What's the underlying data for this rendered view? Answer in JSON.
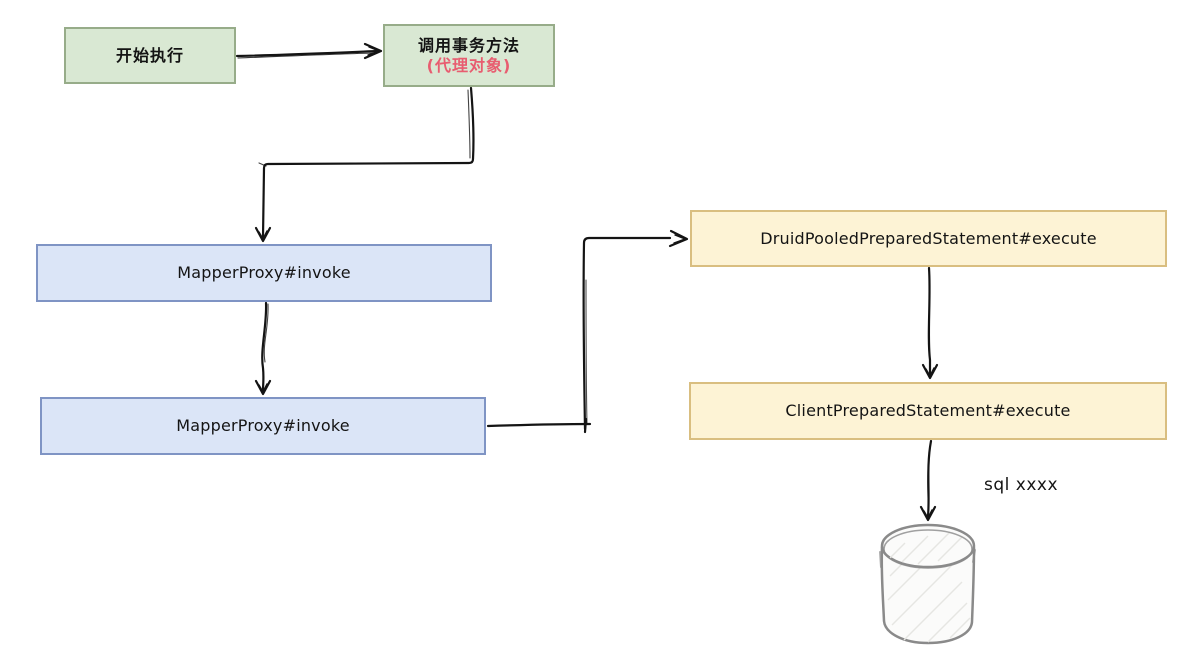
{
  "nodes": {
    "start": {
      "label": "开始执行"
    },
    "call_tx": {
      "label": "调用事务方法",
      "sublabel": "(代理对象)"
    },
    "mapper_proxy_1": {
      "label": "MapperProxy#invoke"
    },
    "mapper_proxy_2": {
      "label": "MapperProxy#invoke"
    },
    "druid_execute": {
      "label": "DruidPooledPreparedStatement#execute"
    },
    "client_execute": {
      "label": "ClientPreparedStatement#execute"
    }
  },
  "annotations": {
    "sql_label": "sql xxxx"
  },
  "edges": [
    {
      "from": "start",
      "to": "call_tx"
    },
    {
      "from": "call_tx",
      "to": "mapper_proxy_1"
    },
    {
      "from": "mapper_proxy_1",
      "to": "mapper_proxy_2"
    },
    {
      "from": "mapper_proxy_2",
      "to": "druid_execute"
    },
    {
      "from": "druid_execute",
      "to": "client_execute"
    },
    {
      "from": "client_execute",
      "to": "database",
      "label": "sql xxxx"
    }
  ],
  "icons": {
    "database": "database-cylinder-icon"
  },
  "colors": {
    "green_fill": "#d9e8d3",
    "green_border": "#97ac89",
    "blue_fill": "#dbe5f7",
    "blue_border": "#7f94c4",
    "yellow_fill": "#fdf3d5",
    "yellow_border": "#d9be80",
    "accent_red": "#e85d70",
    "arrow_ink": "#141414",
    "db_stroke": "#8a8a8a",
    "background": "#ffffff"
  }
}
